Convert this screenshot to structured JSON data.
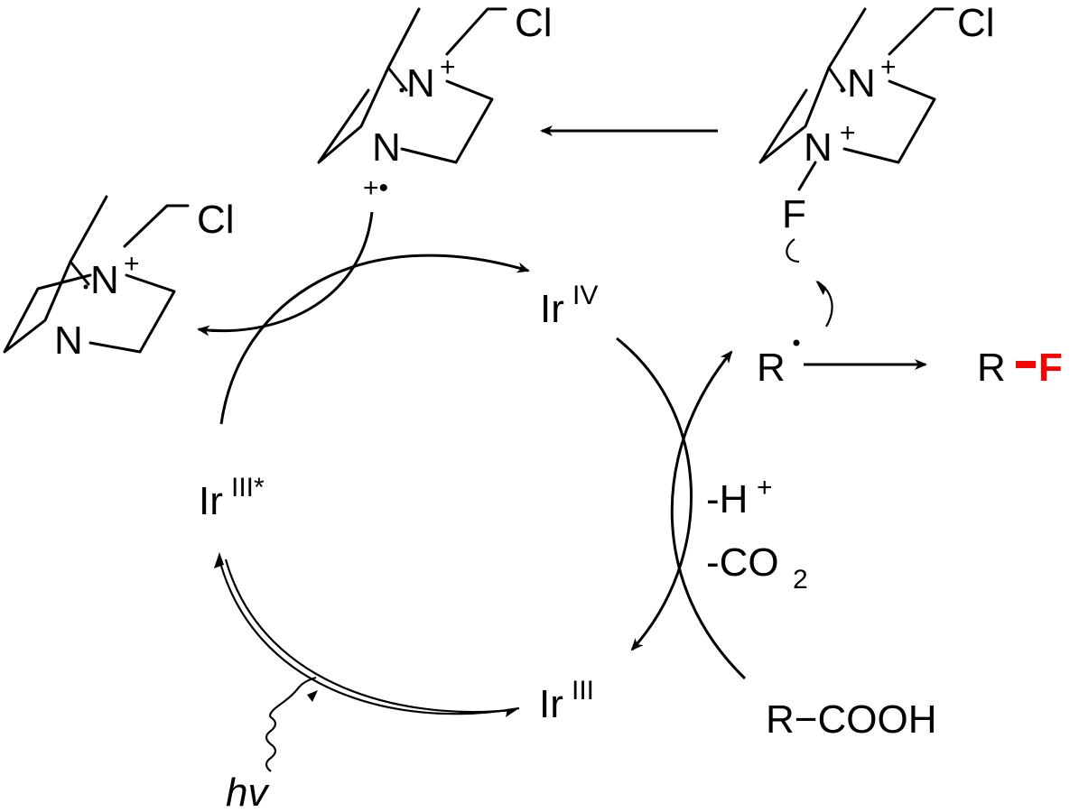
{
  "species": {
    "ir_iv": "Ir",
    "ir_iv_sup": "IV",
    "ir_iii_star": "Ir",
    "ir_iii_star_sup": "III*",
    "ir_iii": "Ir",
    "ir_iii_sup": "III",
    "radical_r": "R",
    "product_r": "R",
    "product_f": "F",
    "acid": "R−COOH",
    "light": "hv"
  },
  "conditions": {
    "minus_h": "-H",
    "minus_h_sup": "+",
    "minus_co2": "-CO",
    "minus_co2_sub": "2"
  },
  "atoms": {
    "n": "N",
    "n_plus": "+",
    "cl": "Cl",
    "f": "F",
    "radical_cation": "+•"
  },
  "colors": {
    "highlight": "#ff0000",
    "ink": "#000000"
  }
}
